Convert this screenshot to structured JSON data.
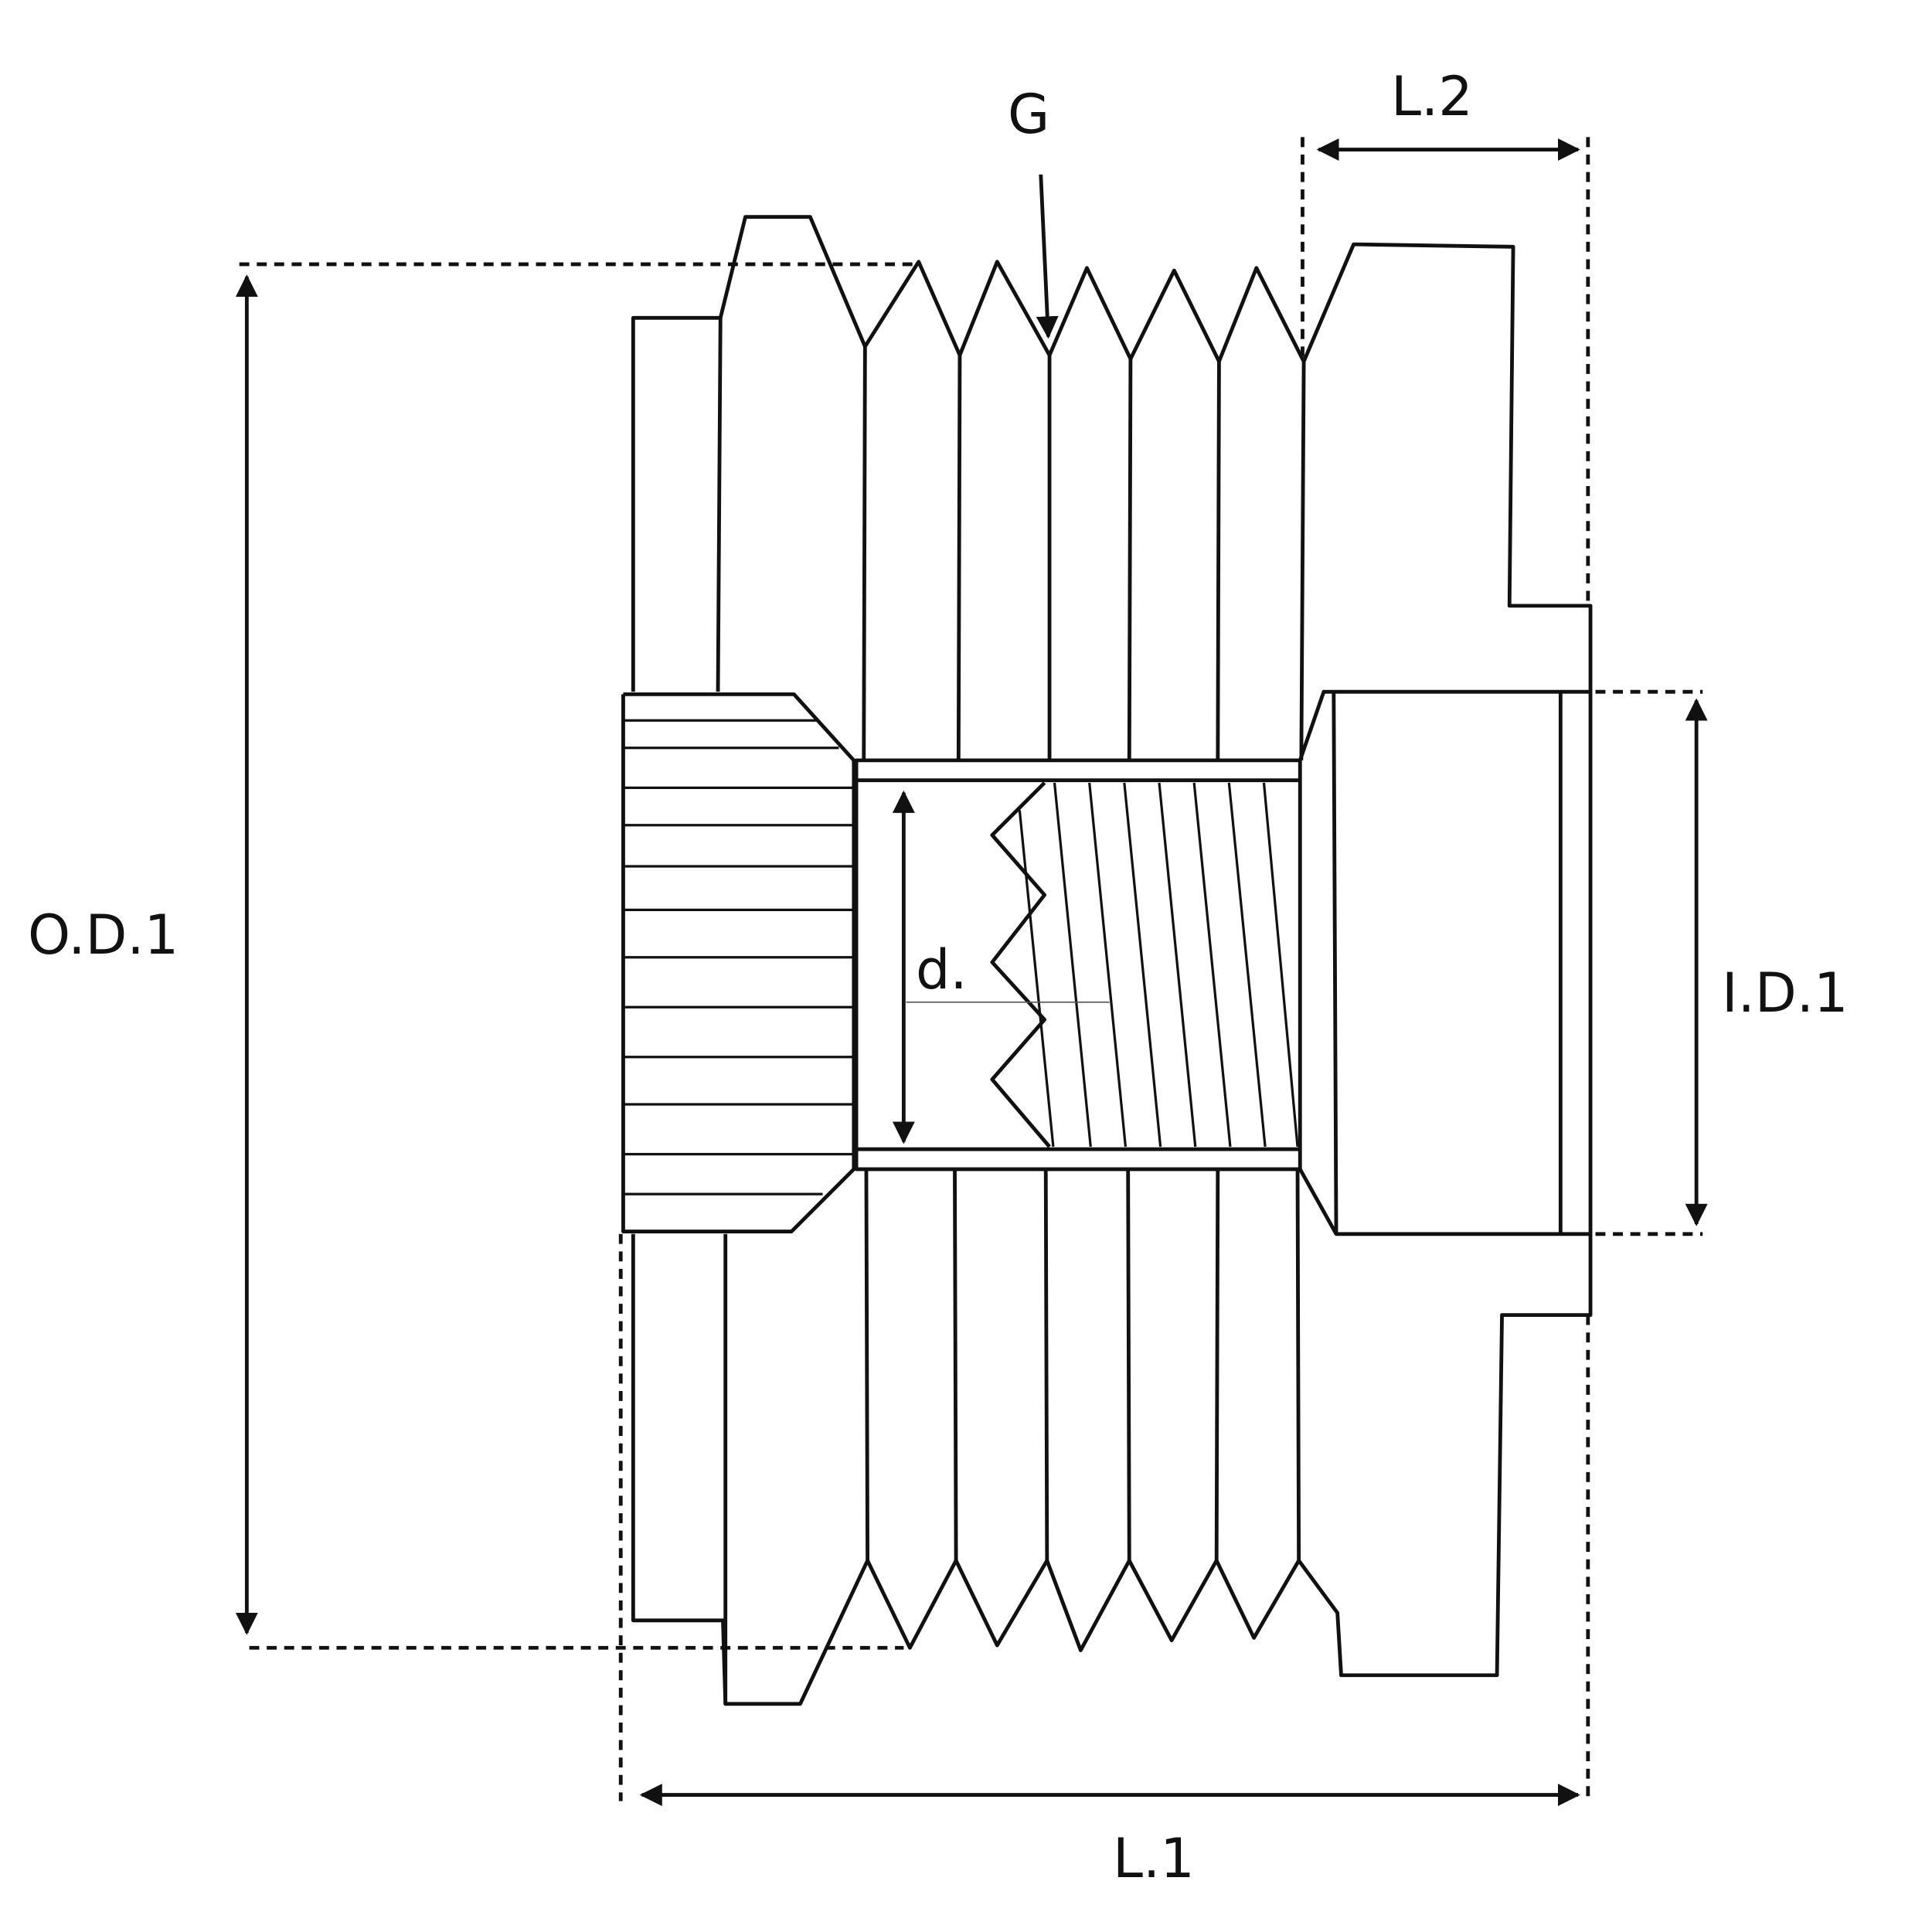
{
  "title": "Pulley dimension drawing",
  "labels": {
    "groove": "G",
    "length_2": "L.2",
    "outer_diameter": "O.D.1",
    "inner_diameter": "I.D.1",
    "thread_diameter": "d.",
    "length_1": "L.1"
  },
  "colors": {
    "line": "#111111",
    "background": "#ffffff"
  }
}
